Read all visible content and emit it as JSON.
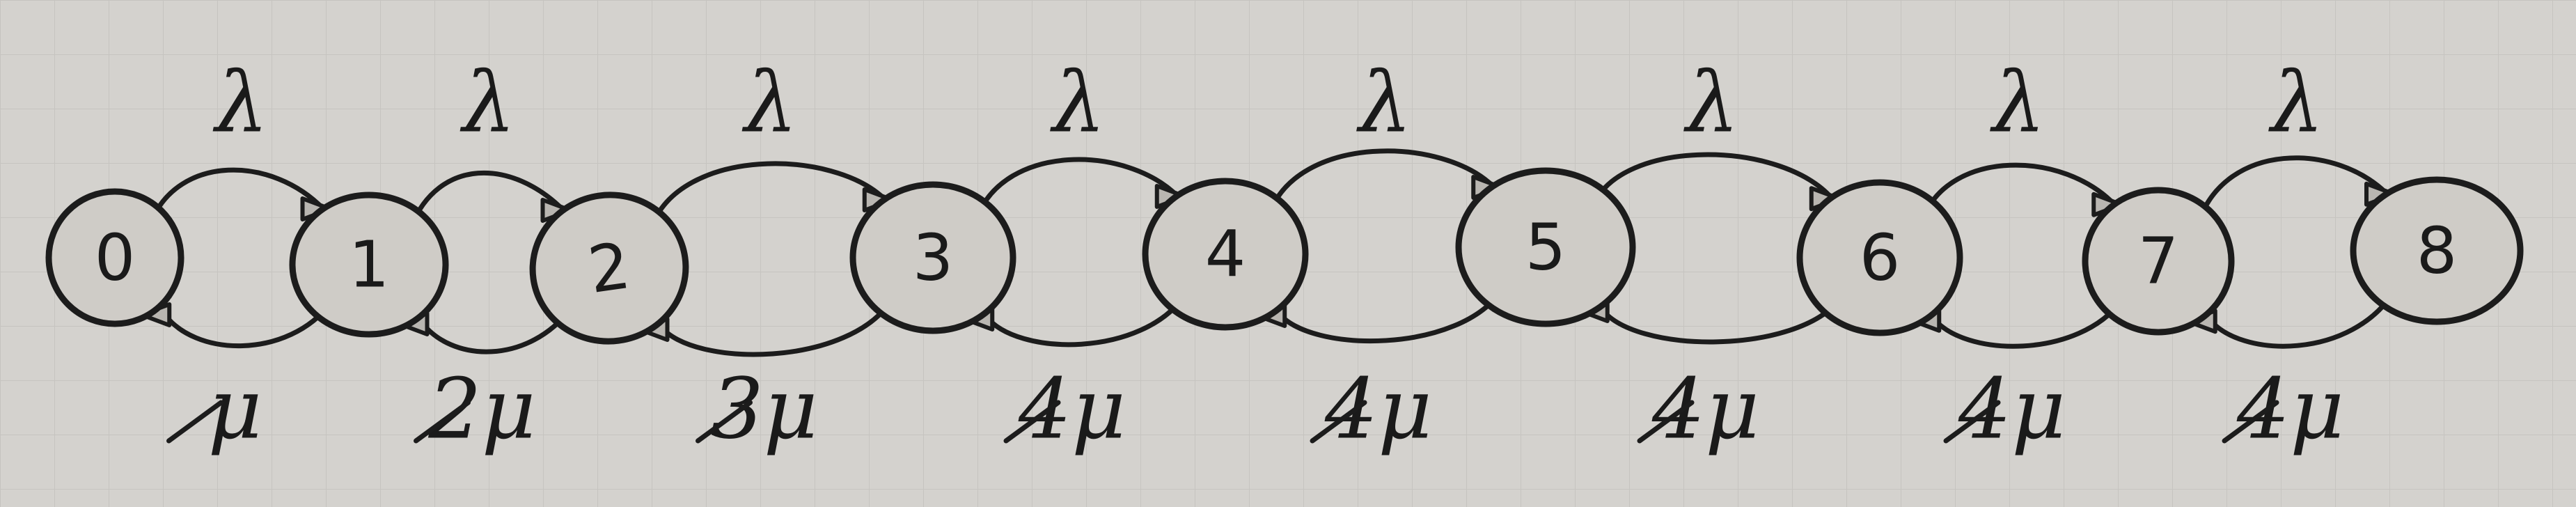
{
  "states": [
    "0",
    "1",
    "2",
    "3",
    "4",
    "5",
    "6",
    "7",
    "8"
  ],
  "arrival_rates": [
    "λ",
    "λ",
    "λ",
    "λ",
    "λ",
    "λ",
    "λ",
    "λ"
  ],
  "service_rates": [
    "μ",
    "2μ",
    "3μ",
    "4μ",
    "4μ",
    "4μ",
    "4μ",
    "4μ"
  ],
  "colors": {
    "paper": "#d4d2ce",
    "ink": "#1c1c1c",
    "grid": "#c8c6c2"
  }
}
